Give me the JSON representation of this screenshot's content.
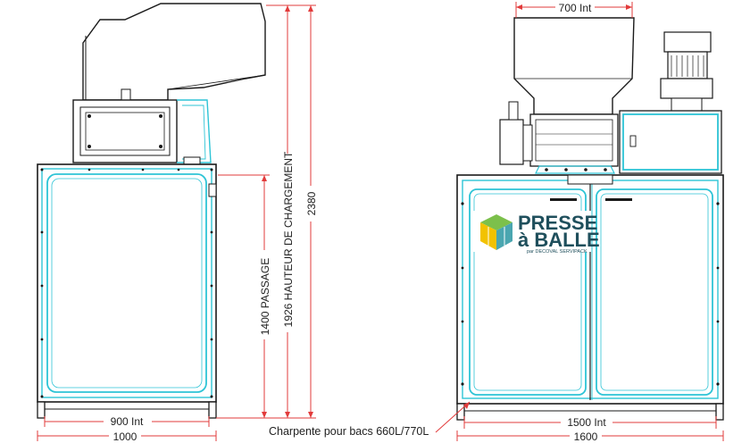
{
  "dimensions": {
    "side_width_int": "900 Int",
    "side_width_ext": "1000",
    "passage_height": "1400 PASSAGE",
    "loading_height": "1926 HAUTEUR DE CHARGEMENT",
    "total_height": "2380",
    "hopper_width_int": "700 Int",
    "front_width_int": "1500 Int",
    "front_width_ext": "1600"
  },
  "note": "Charpente pour bacs 660L/770L",
  "logo": {
    "line1": "PRESSE",
    "line2": "à BALLE",
    "tagline": "par DECOVAL SERVIPACK"
  },
  "colors": {
    "frame_outline": "#1a1a1a",
    "frame_inner": "#2ec4d6",
    "dimension_line": "#e23b3b",
    "logo_dark": "#1f4f5c",
    "logo_green": "#7cc04b",
    "logo_yellow": "#f2c200"
  }
}
